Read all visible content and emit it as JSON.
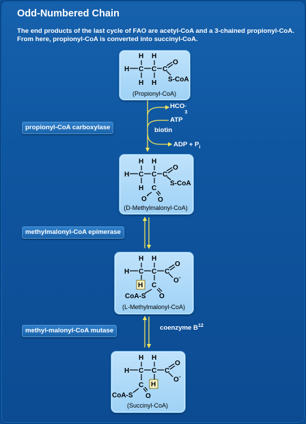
{
  "title": "Odd-Numbered Chain",
  "intro": "The end products of the last cycle of FAO are acetyl-CoA and a 3-chained propionyl-CoA. From here, propionyl-CoA is converted into succinyl-CoA.",
  "compounds": {
    "propionyl": {
      "name": "(Propionyl-CoA)"
    },
    "d_methylmalonyl": {
      "name": "(D-Methylmalonyl-CoA)"
    },
    "l_methylmalonyl": {
      "name": "(L-Methylmalonyl-CoA)"
    },
    "succinyl": {
      "name": "(Succinyl-CoA)"
    }
  },
  "atoms": {
    "H": "H",
    "C": "C",
    "O": "O",
    "scoa": "S-CoA",
    "coas": "CoA-S",
    "o_minus": "O",
    "minus": "-"
  },
  "enzymes": {
    "carboxylase": "propionyl-CoA carboxylase",
    "epimerase": "methylmalonyl-CoA epimerase",
    "mutase": "methyl-malonyl-CoA mutase"
  },
  "cofactors": {
    "hco3_base": "HCO",
    "hco3_sub": "3",
    "hco3_sup": "-",
    "atp": "ATP",
    "biotin": "biotin",
    "adp_base": "ADP + P",
    "adp_sub": "i",
    "coenzyme_base": "coenzyme B",
    "coenzyme_sup": "12"
  },
  "colors": {
    "arrow": "#f2e55a",
    "box": "#a9d8f9",
    "enzyme": "#1f6ab2",
    "background": "#0e55a0"
  }
}
